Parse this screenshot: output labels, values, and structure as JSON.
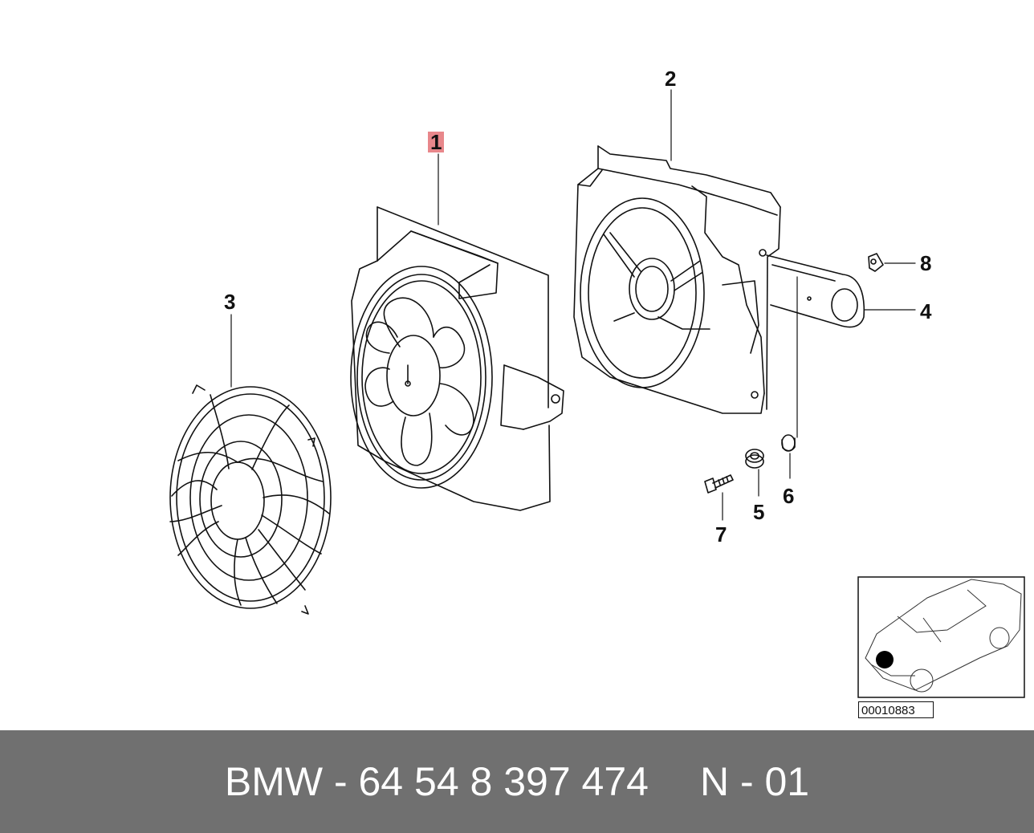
{
  "callouts": {
    "c1": "1",
    "c2": "2",
    "c3": "3",
    "c4": "4",
    "c5": "5",
    "c6": "6",
    "c7": "7",
    "c8": "8"
  },
  "highlight_color": "#e8878b",
  "reference_code": "00010883",
  "footer": {
    "part_number": "BMW - 64 54 8 397 474",
    "variant": "N - 01",
    "background": "#707070"
  }
}
